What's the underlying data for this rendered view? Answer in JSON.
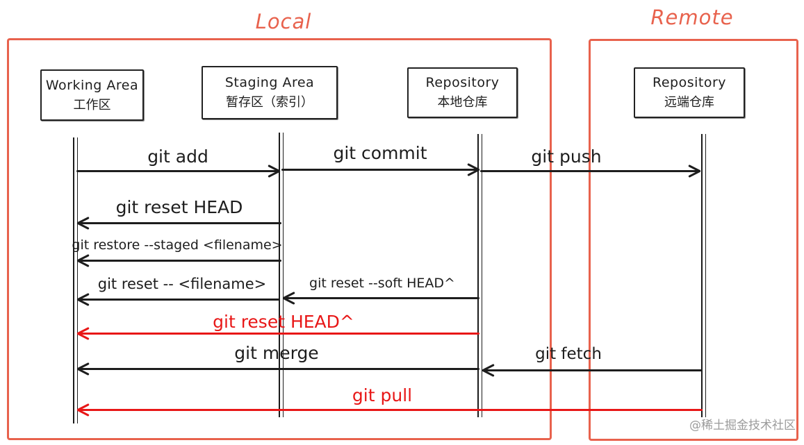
{
  "titles": {
    "local": "Local",
    "remote": "Remote"
  },
  "nodes": {
    "working": {
      "en": "Working Area",
      "zh": "工作区"
    },
    "staging": {
      "en": "Staging Area",
      "zh": "暂存区（索引）"
    },
    "local_repo": {
      "en": "Repository",
      "zh": "本地仓库"
    },
    "remote_repo": {
      "en": "Repository",
      "zh": "远端仓库"
    }
  },
  "arrows": [
    {
      "label": "git add",
      "from": "working",
      "to": "staging",
      "color": "#1d1d1d"
    },
    {
      "label": "git commit",
      "from": "staging",
      "to": "local_repo",
      "color": "#1d1d1d"
    },
    {
      "label": "git push",
      "from": "local_repo",
      "to": "remote_repo",
      "color": "#1d1d1d"
    },
    {
      "label": "git reset HEAD",
      "from": "staging",
      "to": "working",
      "color": "#1d1d1d"
    },
    {
      "label": "git restore --staged <filename>",
      "from": "staging",
      "to": "working",
      "color": "#1d1d1d"
    },
    {
      "label": "git reset -- <filename>",
      "from": "staging",
      "to": "working",
      "color": "#1d1d1d"
    },
    {
      "label": "git reset --soft HEAD^",
      "from": "local_repo",
      "to": "staging",
      "color": "#1d1d1d"
    },
    {
      "label": "git reset HEAD^",
      "from": "local_repo",
      "to": "working",
      "color": "#e81717"
    },
    {
      "label": "git merge",
      "from": "local_repo",
      "to": "working",
      "color": "#1d1d1d"
    },
    {
      "label": "git fetch",
      "from": "remote_repo",
      "to": "local_repo",
      "color": "#1d1d1d"
    },
    {
      "label": "git pull",
      "from": "remote_repo",
      "to": "working",
      "color": "#e81717"
    }
  ],
  "watermark": "@稀土掘金技术社区",
  "colors": {
    "frame": "#e8624d",
    "black_arrow": "#1d1d1d",
    "red_arrow": "#e81717",
    "watermark": "#9b9b9b"
  }
}
